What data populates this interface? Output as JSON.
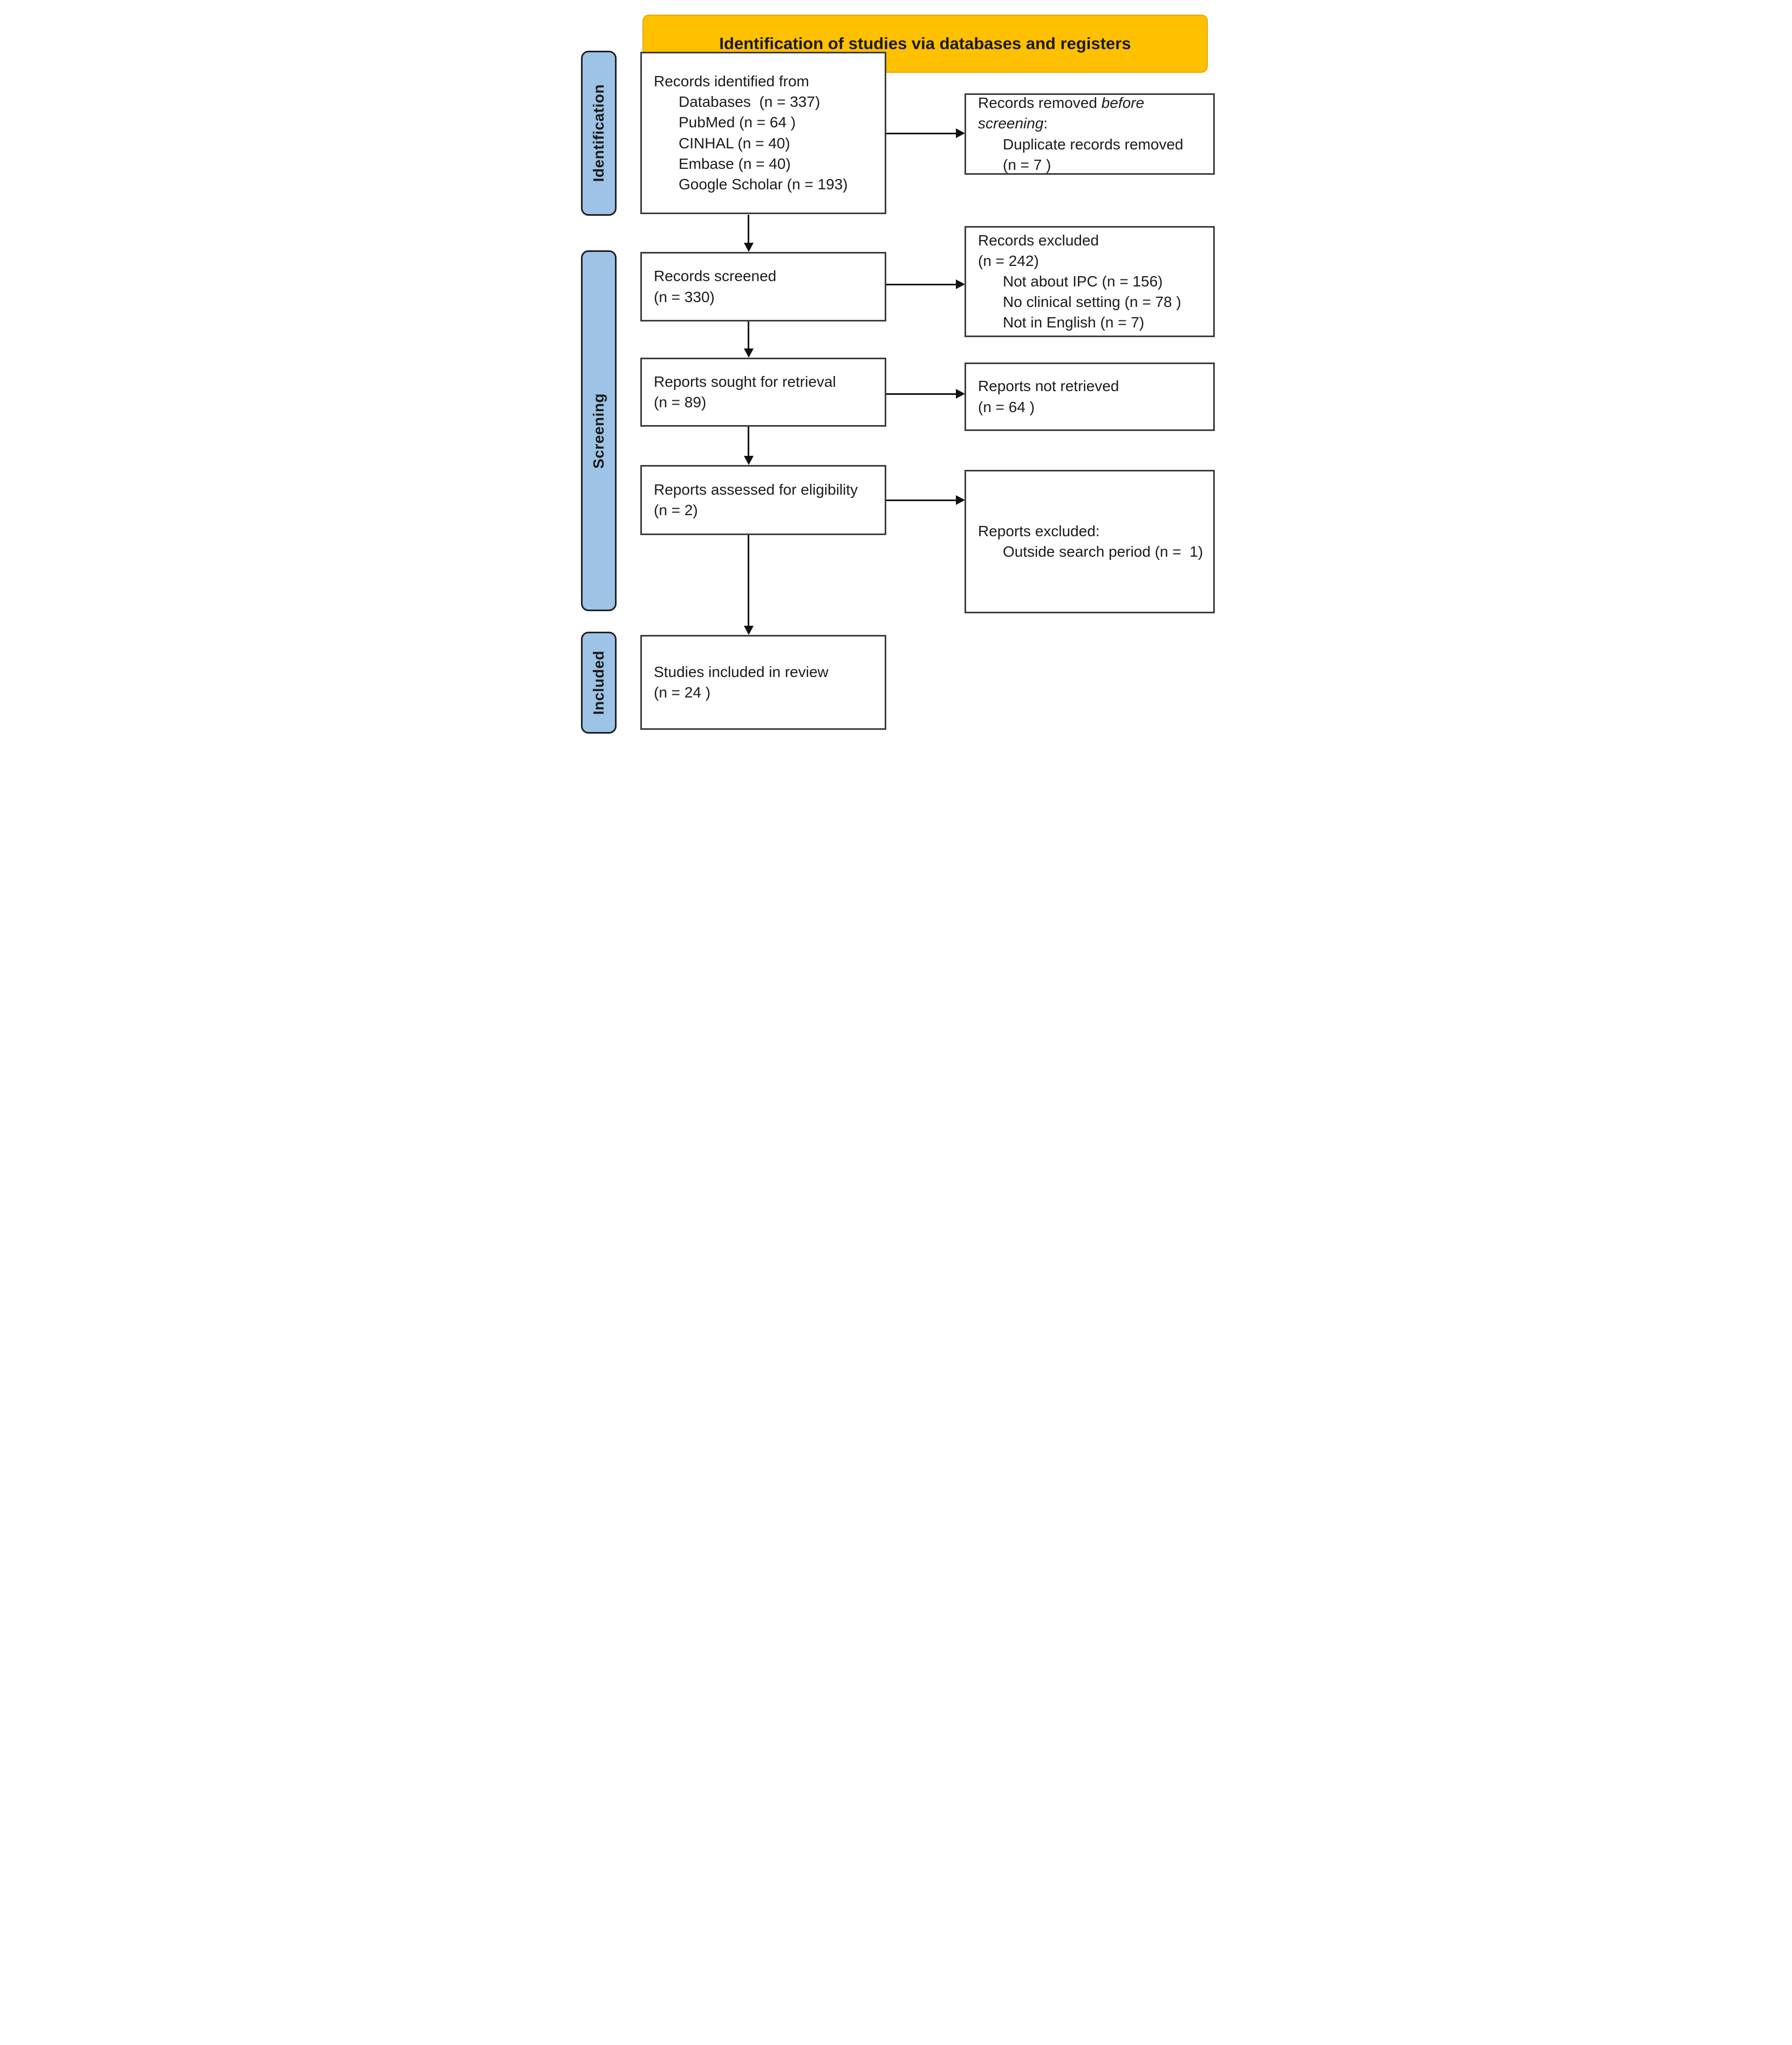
{
  "colors": {
    "header_bg": "#FFC000",
    "stage_bg": "#9DC3E6",
    "box_border": "#3D3D3D",
    "arrow": "#111111",
    "text": "#1A1A1A"
  },
  "header": {
    "title": "Identification of studies via databases and registers"
  },
  "stages": {
    "identification": "Identification",
    "screening": "Screening",
    "included": "Included"
  },
  "flow": {
    "identified": {
      "heading": "Records identified from",
      "items": [
        "Databases  (n = 337)",
        "PubMed (n = 64 )",
        "CINHAL (n = 40)",
        "Embase (n = 40)",
        "Google Scholar (n = 193)"
      ]
    },
    "screened": {
      "line1": "Records screened",
      "line2": "(n = 330)"
    },
    "sought": {
      "line1": "Reports sought for retrieval",
      "line2": "(n = 89)"
    },
    "assessed": {
      "line1": "Reports assessed for eligibility",
      "line2": "(n = 2)"
    },
    "included": {
      "line1": "Studies included in review",
      "line2": "(n = 24 )"
    }
  },
  "side": {
    "removed": {
      "line1_normal": "Records removed ",
      "line1_italic": "before",
      "line2_italic": "screening",
      "line2_suffix": ":",
      "items": [
        "Duplicate records removed",
        "(n = 7 )"
      ]
    },
    "excluded": {
      "line1": "Records excluded",
      "line2": "(n = 242)",
      "items": [
        "Not about IPC (n = 156)",
        "No clinical setting (n = 78 )",
        "Not in English (n = 7)"
      ]
    },
    "not_retrieved": {
      "line1": "Reports not retrieved",
      "line2": "(n = 64 )"
    },
    "reports_excluded": {
      "line1": "Reports excluded:",
      "items": [
        "Outside search period (n =  1)"
      ]
    }
  }
}
